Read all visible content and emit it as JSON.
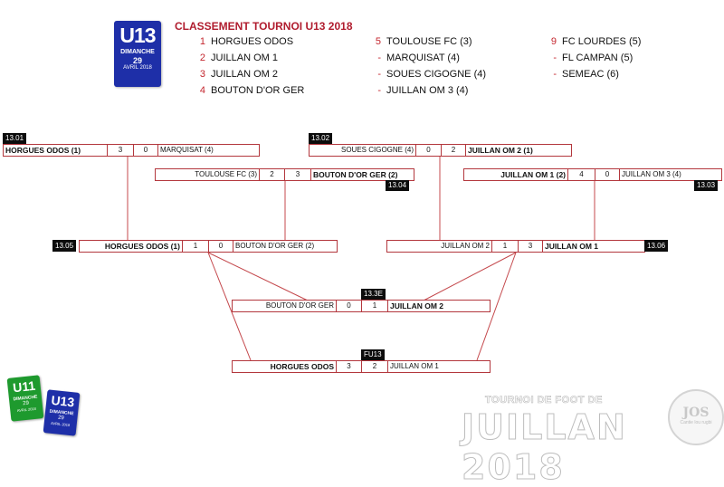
{
  "logo": {
    "big": "U13",
    "line1": "DIMANCHE",
    "line2": "29",
    "line3": "AVRIL 2018"
  },
  "title": "CLASSEMENT TOURNOI U13 2018",
  "rankings": {
    "col1": [
      {
        "n": "1",
        "team": "HORGUES ODOS"
      },
      {
        "n": "2",
        "team": "JUILLAN OM 1"
      },
      {
        "n": "3",
        "team": "JUILLAN OM 2"
      },
      {
        "n": "4",
        "team": "BOUTON D'OR GER"
      }
    ],
    "col2": [
      {
        "n": "5",
        "team": "TOULOUSE FC (3)"
      },
      {
        "n": "-",
        "team": "MARQUISAT (4)"
      },
      {
        "n": "-",
        "team": "SOUES CIGOGNE (4)"
      },
      {
        "n": "-",
        "team": "JUILLAN OM 3 (4)"
      }
    ],
    "col3": [
      {
        "n": "9",
        "team": "FC LOURDES (5)"
      },
      {
        "n": "-",
        "team": "FL CAMPAN (5)"
      },
      {
        "n": "-",
        "team": "SEMEAC (6)"
      }
    ]
  },
  "matches": {
    "m1301": {
      "code": "13.01",
      "left": "HORGUES ODOS (1)",
      "s1": "3",
      "s2": "0",
      "right": "MARQUISAT (4)"
    },
    "m1302": {
      "code": "13.02",
      "left": "SOUES CIGOGNE (4)",
      "s1": "0",
      "s2": "2",
      "right": "JUILLAN OM 2 (1)"
    },
    "m1304": {
      "code": "13.04",
      "left": "TOULOUSE FC (3)",
      "s1": "2",
      "s2": "3",
      "right": "BOUTON D'OR GER (2)"
    },
    "m1303": {
      "code": "13.03",
      "left": "JUILLAN OM 1 (2)",
      "s1": "4",
      "s2": "0",
      "right": "JUILLAN OM 3 (4)"
    },
    "m1305": {
      "code": "13.05",
      "left": "HORGUES ODOS (1)",
      "s1": "1",
      "s2": "0",
      "right": "BOUTON D'OR GER (2)"
    },
    "m1306": {
      "code": "13.06",
      "left": "JUILLAN OM 2",
      "s1": "1",
      "s2": "3",
      "right": "JUILLAN OM 1"
    },
    "m133e": {
      "code": "13.3E",
      "left": "BOUTON D'OR GER",
      "s1": "0",
      "s2": "1",
      "right": "JUILLAN OM 2"
    },
    "mfu13": {
      "code": "FU13",
      "left": "HORGUES ODOS",
      "s1": "3",
      "s2": "2",
      "right": "JUILLAN OM 1"
    }
  },
  "bottom_logos": [
    {
      "big": "U11",
      "line1": "DIMANCHE",
      "line2": "29",
      "line3": "AVRIL 2018",
      "color": "#1e9a2e"
    },
    {
      "big": "U13",
      "line1": "DIMANCHE",
      "line2": "29",
      "line3": "AVRIL 2018",
      "color": "#1e2fa8"
    }
  ],
  "banner": {
    "small": "TOURNOI DE FOOT DE",
    "big": "JUILLAN 2018"
  },
  "jos": {
    "text": "JOS",
    "sub": "Cantie lou rugbi"
  },
  "colors": {
    "title_red": "#b01c2e",
    "border_red": "#b3373d",
    "blue": "#1e2fa8",
    "green": "#1e9a2e"
  }
}
